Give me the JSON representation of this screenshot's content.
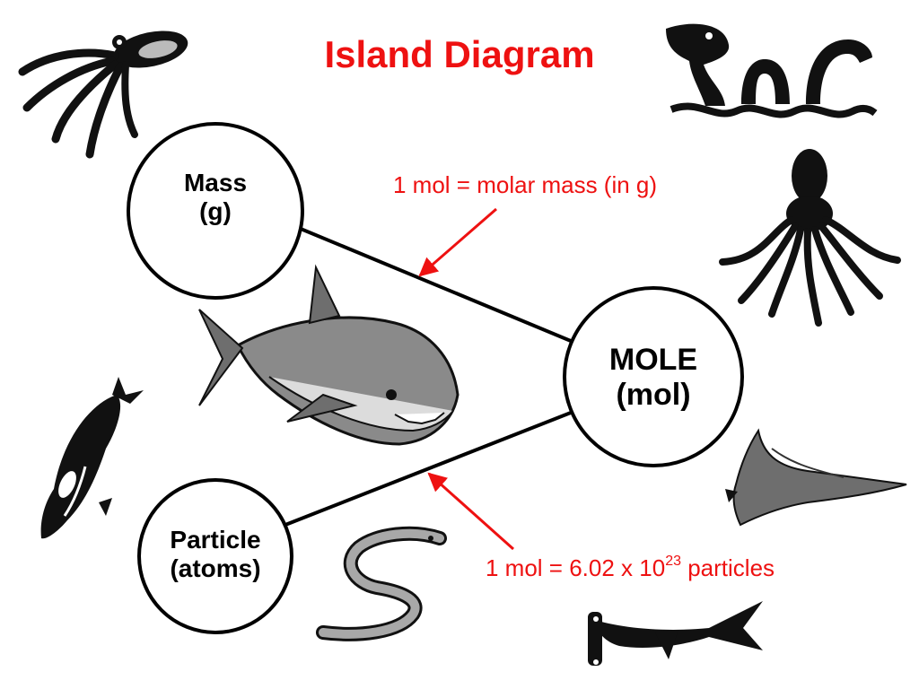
{
  "slide": {
    "title": "Island Diagram"
  },
  "colors": {
    "title": "#ee1111",
    "annotation": "#ee1111",
    "node_border": "#000000",
    "connector": "#000000",
    "arrow": "#ee1111",
    "creature_fill": "#111111",
    "creature_shade": "#8a8a8a"
  },
  "nodes": {
    "mass": {
      "line1": "Mass",
      "line2": "(g)"
    },
    "mole": {
      "line1": "MOLE",
      "line2": "(mol)"
    },
    "particle": {
      "line1": "Particle",
      "line2": "(atoms)"
    }
  },
  "relations": {
    "mass_to_mole": {
      "text": "1 mol = molar mass (in g)"
    },
    "particle_to_mole": {
      "prefix": "1 mol = 6.02 x 10",
      "exponent": "23",
      "suffix": " particles"
    }
  },
  "clipart": [
    {
      "name": "squid-icon"
    },
    {
      "name": "sea-serpent-icon"
    },
    {
      "name": "octopus-icon"
    },
    {
      "name": "shark-icon"
    },
    {
      "name": "orca-icon"
    },
    {
      "name": "manta-ray-icon"
    },
    {
      "name": "eel-icon"
    },
    {
      "name": "hammerhead-icon"
    }
  ]
}
